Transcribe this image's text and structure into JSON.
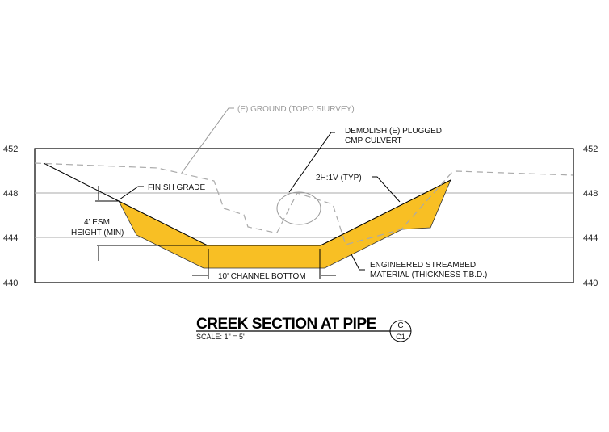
{
  "axis": {
    "left_ticks": [
      "452",
      "448",
      "444",
      "440"
    ],
    "right_ticks": [
      "452",
      "448",
      "444",
      "440"
    ]
  },
  "labels": {
    "ground": "(E) GROUND (TOPO SIURVEY)",
    "demolish_1": "DEMOLISH (E) PLUGGED",
    "demolish_2": "CMP CULVERT",
    "finish_grade": "FINISH GRADE",
    "slope": "2H:1V (TYP)",
    "esm_1": "4' ESM",
    "esm_2": "HEIGHT (MIN)",
    "channel": "10' CHANNEL BOTTOM",
    "material_1": "ENGINEERED STREAMBED",
    "material_2": "MATERIAL (THICKNESS T.B.D.)"
  },
  "title": {
    "main": "CREEK SECTION AT PIPE",
    "scale": "SCALE: 1\" = 5'",
    "detail_letter": "C",
    "sheet": "C1"
  },
  "colors": {
    "fill": "#F8BF24"
  }
}
